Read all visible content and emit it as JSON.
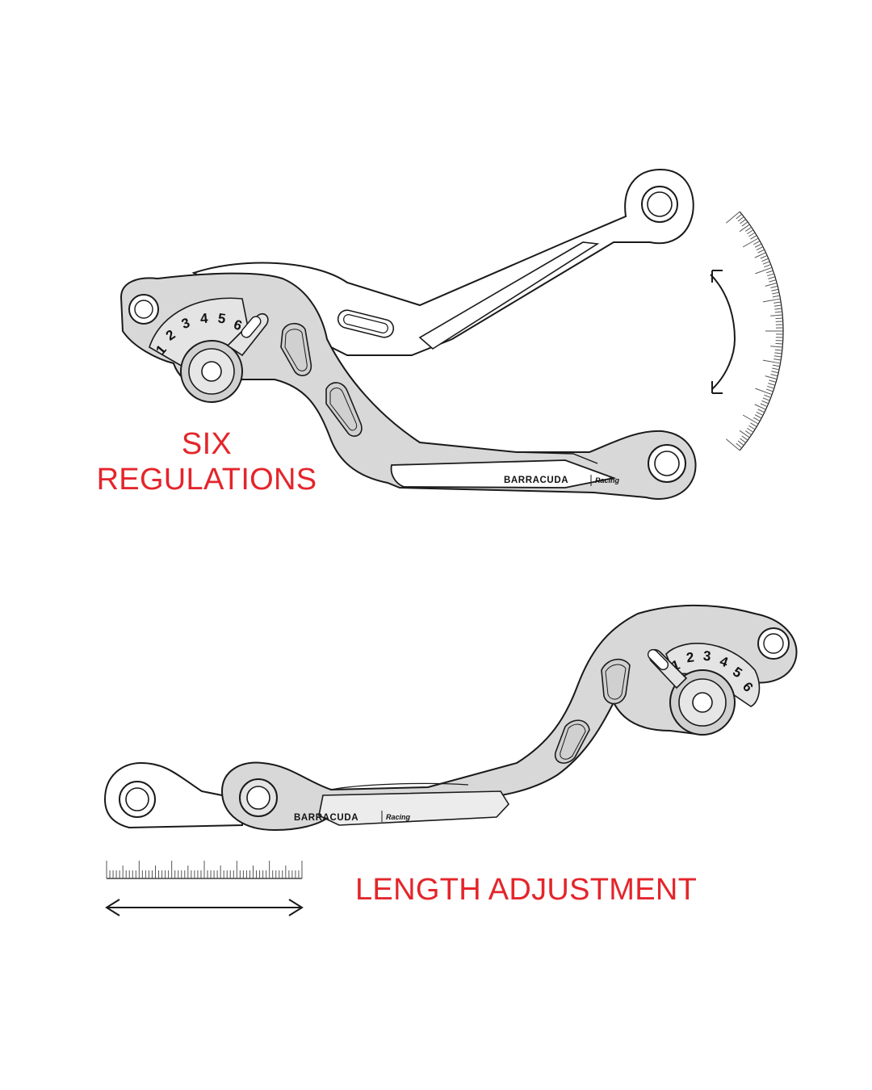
{
  "labels": {
    "six_regulations_line1": "SIX",
    "six_regulations_line2": "REGULATIONS",
    "length_adjustment": "LENGTH ADJUSTMENT"
  },
  "dial": {
    "numbers": [
      "1",
      "2",
      "3",
      "4",
      "5",
      "6"
    ]
  },
  "brand": {
    "name": "BARRACUDA",
    "sub": "Racing"
  },
  "colors": {
    "label_red": "#e4252b",
    "lever_fill": "#d8d8d8",
    "outline": "#1a1a1a"
  }
}
